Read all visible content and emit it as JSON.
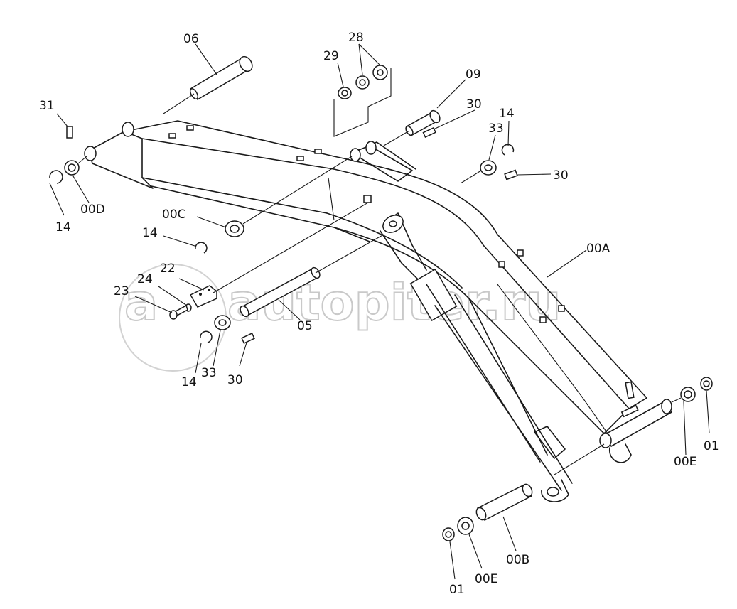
{
  "watermark": "autopiter.ru",
  "labels": {
    "l06": "06",
    "l28": "28",
    "l29": "29",
    "l09": "09",
    "l30a": "30",
    "l14a": "14",
    "l33a": "33",
    "l30b": "30",
    "l31": "31",
    "l00D": "00D",
    "l14b": "14",
    "l00C": "00C",
    "l00A": "00A",
    "l14c": "14",
    "l22": "22",
    "l24": "24",
    "l23": "23",
    "l05": "05",
    "l14d": "14",
    "l33b": "33",
    "l30c": "30",
    "l00E_r": "00E",
    "l01_r": "01",
    "l00B": "00B",
    "l00E_b": "00E",
    "l01_b": "01"
  }
}
